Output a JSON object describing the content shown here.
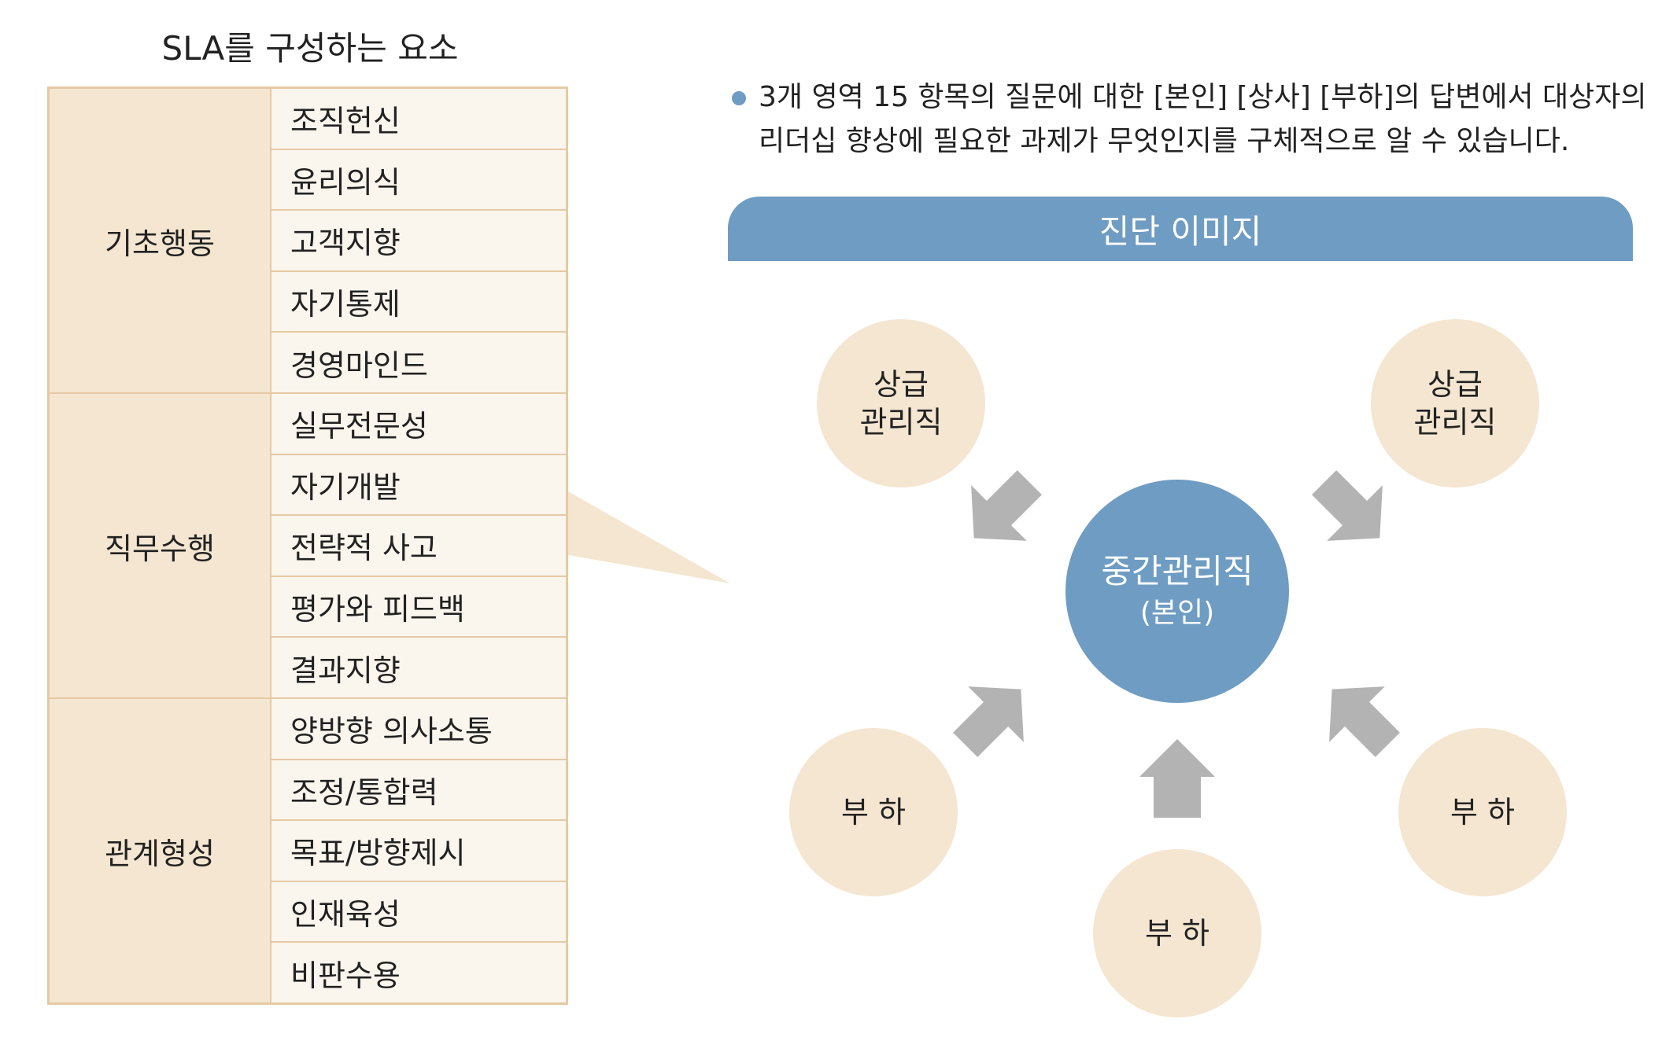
{
  "caption": "SLA를 구성하는 요소",
  "groups": [
    {
      "label": "기초행동",
      "items": [
        "조직헌신",
        "윤리의식",
        "고객지향",
        "자기통제",
        "경영마인드"
      ]
    },
    {
      "label": "직무수행",
      "items": [
        "실무전문성",
        "자기개발",
        "전략적 사고",
        "평가와 피드백",
        "결과지향"
      ]
    },
    {
      "label": "관계형성",
      "items": [
        "양방향 의사소통",
        "조정/통합력",
        "목표/방향제시",
        "인재육성",
        "비판수용"
      ]
    }
  ],
  "description": {
    "line1": "3개 영역 15 항목의 질문에 대한 [본인] [상사] [부하]의 답변에서 대상자의",
    "line2": "리더십 향상에 필요한 과제가 무엇인지를 구체적으로 알 수 있습니다."
  },
  "banner": "진단 이미지",
  "center": {
    "line1": "중간관리직",
    "line2": "(본인)"
  },
  "superiors": [
    {
      "line1": "상급",
      "line2": "관리직"
    },
    {
      "line1": "상급",
      "line2": "관리직"
    }
  ],
  "subordinates": [
    "부 하",
    "부 하",
    "부 하"
  ],
  "colors": {
    "accent": "#6f9cc2",
    "beige": "#f4e6d1",
    "border": "#e6c9a4",
    "arrow": "#b3b3b3"
  }
}
